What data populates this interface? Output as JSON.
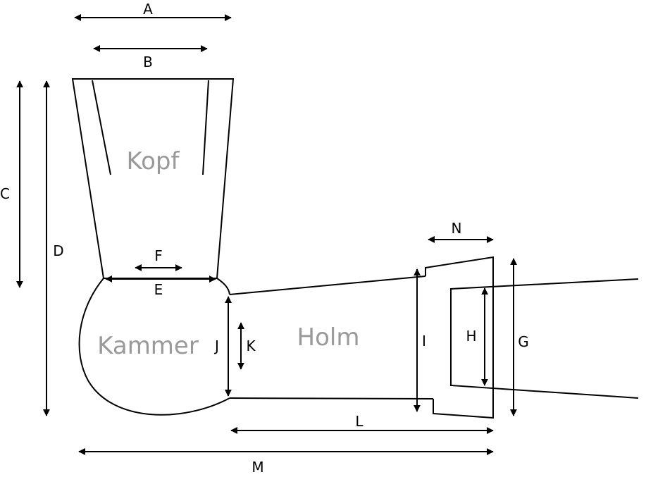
{
  "colors": {
    "outline": "#000000",
    "part_label": "#999999",
    "background": "#ffffff"
  },
  "parts": {
    "kopf": "Kopf",
    "kammer": "Kammer",
    "holm": "Holm"
  },
  "dimensions": {
    "A": "A",
    "B": "B",
    "C": "C",
    "D": "D",
    "E": "E",
    "F": "F",
    "G": "G",
    "H": "H",
    "I": "I",
    "J": "J",
    "K": "K",
    "L": "L",
    "M": "M",
    "N": "N"
  }
}
